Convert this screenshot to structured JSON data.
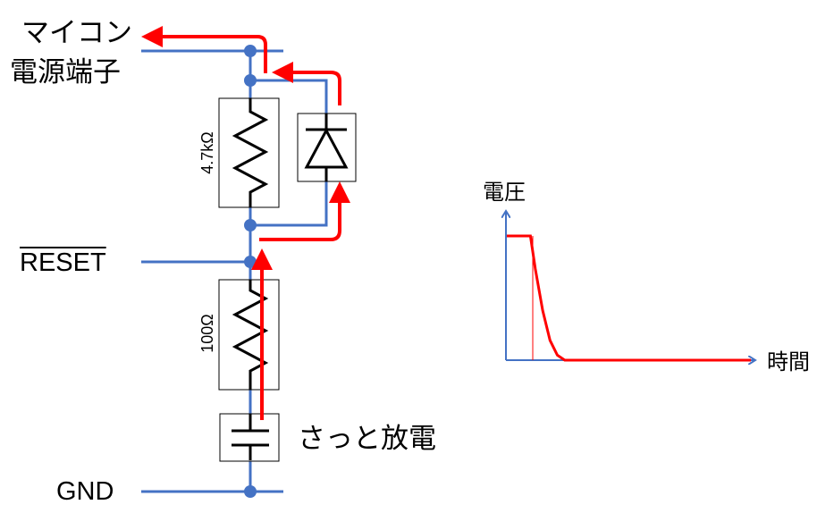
{
  "labels": {
    "vcc_line1": "マイコン",
    "vcc_line2": "電源端子",
    "reset": "RESET",
    "gnd": "GND",
    "discharge_note": "さっと放電",
    "r1_value": "4.7kΩ",
    "r2_value": "100Ω"
  },
  "components": [
    {
      "type": "resistor",
      "value": "4.7kΩ"
    },
    {
      "type": "diode",
      "orientation": "anode-bottom cathode-top"
    },
    {
      "type": "resistor",
      "value": "100Ω"
    },
    {
      "type": "capacitor"
    }
  ],
  "colors": {
    "wire": "#4472c4",
    "current": "#ff0000",
    "component": "#000000"
  },
  "chart_data": {
    "type": "line",
    "title": "",
    "xlabel": "時間",
    "ylabel": "電圧",
    "xlim": [
      0,
      10
    ],
    "ylim": [
      0,
      1
    ],
    "grid": false,
    "series": [
      {
        "name": "voltage",
        "x": [
          0,
          1,
          1.2,
          1.5,
          1.8,
          2.1,
          2.4,
          10
        ],
        "y": [
          0.75,
          0.75,
          0.55,
          0.3,
          0.12,
          0.03,
          0,
          0
        ]
      }
    ],
    "annotations": [
      "vertical marker at discharge start (t=1)"
    ]
  }
}
